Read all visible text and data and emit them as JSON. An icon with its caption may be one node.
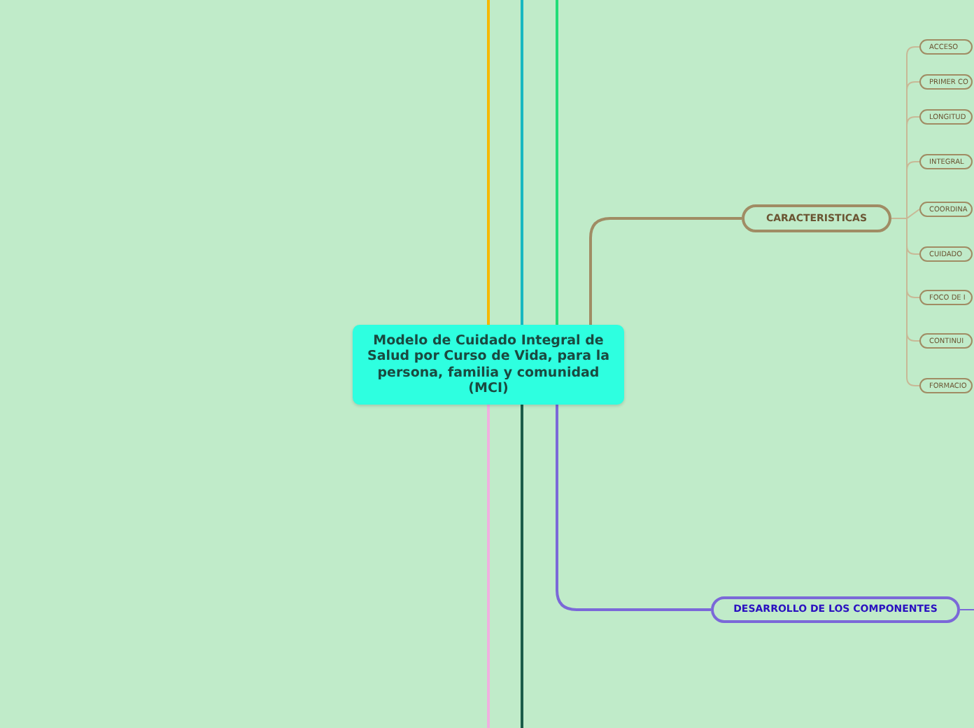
{
  "diagram": {
    "nodes": [
      {
        "text": [
          "Modelo de Cuidado Integral de Salud por Curso de Vida, para la persona, familia y comunidad (MCI)"
        ]
      },
      {
        "text": [
          "CARACTERISTICAS"
        ]
      },
      {
        "text": [
          "ACCESO"
        ]
      },
      {
        "text": [
          "PRIMER CO"
        ]
      },
      {
        "text": [
          "LONGITUD"
        ]
      },
      {
        "text": [
          "INTEGRAL"
        ]
      },
      {
        "text": [
          "COORDINA"
        ]
      },
      {
        "text": [
          "CUIDADO"
        ]
      },
      {
        "text": [
          "FOCO DE I"
        ]
      },
      {
        "text": [
          "CONTINUI"
        ]
      },
      {
        "text": [
          "FORMACIO"
        ]
      },
      {
        "text": [
          "DESARROLLO DE LOS COMPONENTES"
        ]
      }
    ],
    "edges": [
      {
        "from": 0,
        "to": null,
        "arrow": "none",
        "color": "#f5b800"
      },
      {
        "from": 0,
        "to": null,
        "arrow": "none",
        "color": "#17b8c0"
      },
      {
        "from": 0,
        "to": null,
        "arrow": "none",
        "color": "#22dd77"
      },
      {
        "from": 0,
        "to": 1,
        "arrow": "none"
      },
      {
        "from": 1,
        "to": 2,
        "arrow": "none",
        "color": "#c8b896"
      },
      {
        "from": 1,
        "to": 3,
        "arrow": "none",
        "color": "#c8b896"
      },
      {
        "from": 1,
        "to": 4,
        "arrow": "none",
        "color": "#c8b896"
      },
      {
        "from": 1,
        "to": 5,
        "arrow": "none",
        "color": "#c8b896"
      },
      {
        "from": 1,
        "to": 6,
        "arrow": "none",
        "color": "#c8b896"
      },
      {
        "from": 1,
        "to": 7,
        "arrow": "none",
        "color": "#c8b896"
      },
      {
        "from": 1,
        "to": 8,
        "arrow": "none",
        "color": "#c8b896"
      },
      {
        "from": 1,
        "to": 9,
        "arrow": "none",
        "color": "#c8b896"
      },
      {
        "from": 1,
        "to": 10,
        "arrow": "none",
        "color": "#c8b896"
      },
      {
        "from": 0,
        "to": 11,
        "arrow": "none",
        "color": "#7b68d8"
      },
      {
        "from": 11,
        "to": null,
        "arrow": "none",
        "color": "#7b68d8"
      },
      {
        "from": 0,
        "to": null,
        "arrow": "none",
        "color": "#f0b0e0"
      },
      {
        "from": 0,
        "to": null,
        "arrow": "none",
        "color": "#1a5c48"
      }
    ]
  }
}
